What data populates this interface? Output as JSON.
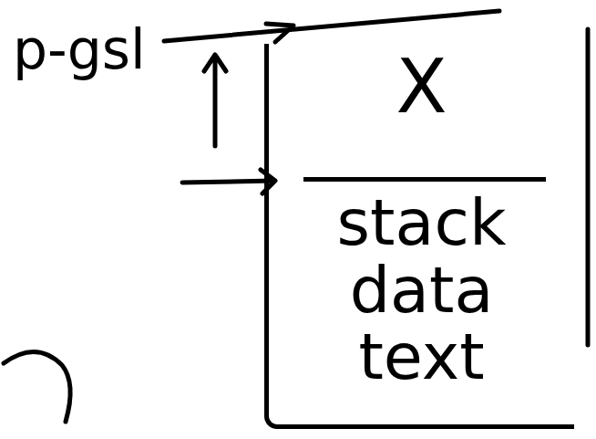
{
  "diagram": {
    "nodes": [
      {
        "text": [
          "X",
          "stack data text"
        ]
      }
    ],
    "labels": [
      "p-gsl"
    ]
  }
}
